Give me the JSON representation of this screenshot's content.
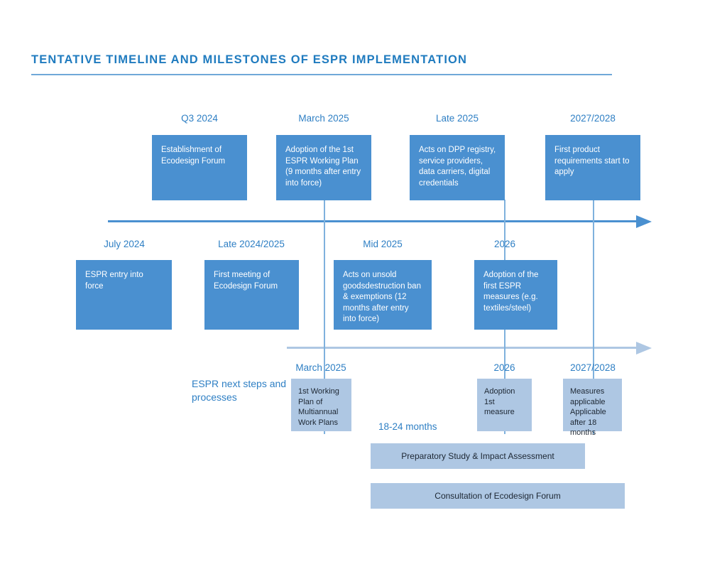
{
  "header": {
    "title": "TENTATIVE TIMELINE AND MILESTONES OF ESPR IMPLEMENTATION"
  },
  "colors": {
    "title_blue": "#1F7BBF",
    "label_blue": "#2E7FC4",
    "box_blue": "#4A90D0",
    "box_light_blue": "#AEC7E3",
    "rule_blue": "#6FA8D8",
    "connector_blue": "#7FB1DD"
  },
  "timeline_upper": {
    "above_axis": [
      {
        "date": "Q3 2024",
        "text": "Establishment of Ecodesign Forum"
      },
      {
        "date": "March 2025",
        "text": "Adoption of the 1st ESPR Working Plan (9 months after entry into force)"
      },
      {
        "date": "Late 2025",
        "text": "Acts on DPP registry, service providers, data carriers, digital credentials"
      },
      {
        "date": "2027/2028",
        "text": "First product requirements start to apply"
      }
    ],
    "below_axis": [
      {
        "date": "July 2024",
        "text": "ESPR entry into force"
      },
      {
        "date": "Late 2024/2025",
        "text": "First meeting of Ecodesign Forum"
      },
      {
        "date": "Mid 2025",
        "text": "Acts on unsold goodsdestruction ban & exemptions (12 months after entry into force)"
      },
      {
        "date": "2026",
        "text": "Adoption of the first ESPR measures (e.g. textiles/steel)"
      }
    ]
  },
  "timeline_lower": {
    "caption": "ESPR next steps and processes",
    "duration_label": "18-24 months",
    "milestones": [
      {
        "date": "March 2025",
        "text": "1st Working Plan of Multiannual Work Plans"
      },
      {
        "date": "2026",
        "text": "Adoption 1st measure"
      },
      {
        "date": "2027/2028",
        "text": "Measures applicable Applicable after 18 months"
      }
    ],
    "process_bars": [
      {
        "label": "Preparatory Study & Impact Assessment"
      },
      {
        "label": "Consultation of Ecodesign Forum"
      }
    ]
  }
}
